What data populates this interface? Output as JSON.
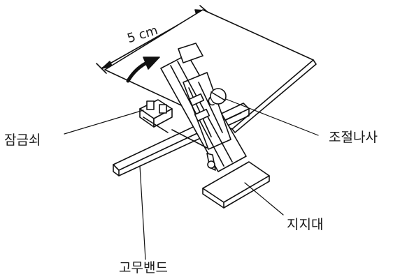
{
  "dimension_label": "5 cm",
  "labels": {
    "lock": "잠금쇠",
    "adjust_screw": "조절나사",
    "support": "지지대",
    "rubber_band": "고무밴드"
  }
}
